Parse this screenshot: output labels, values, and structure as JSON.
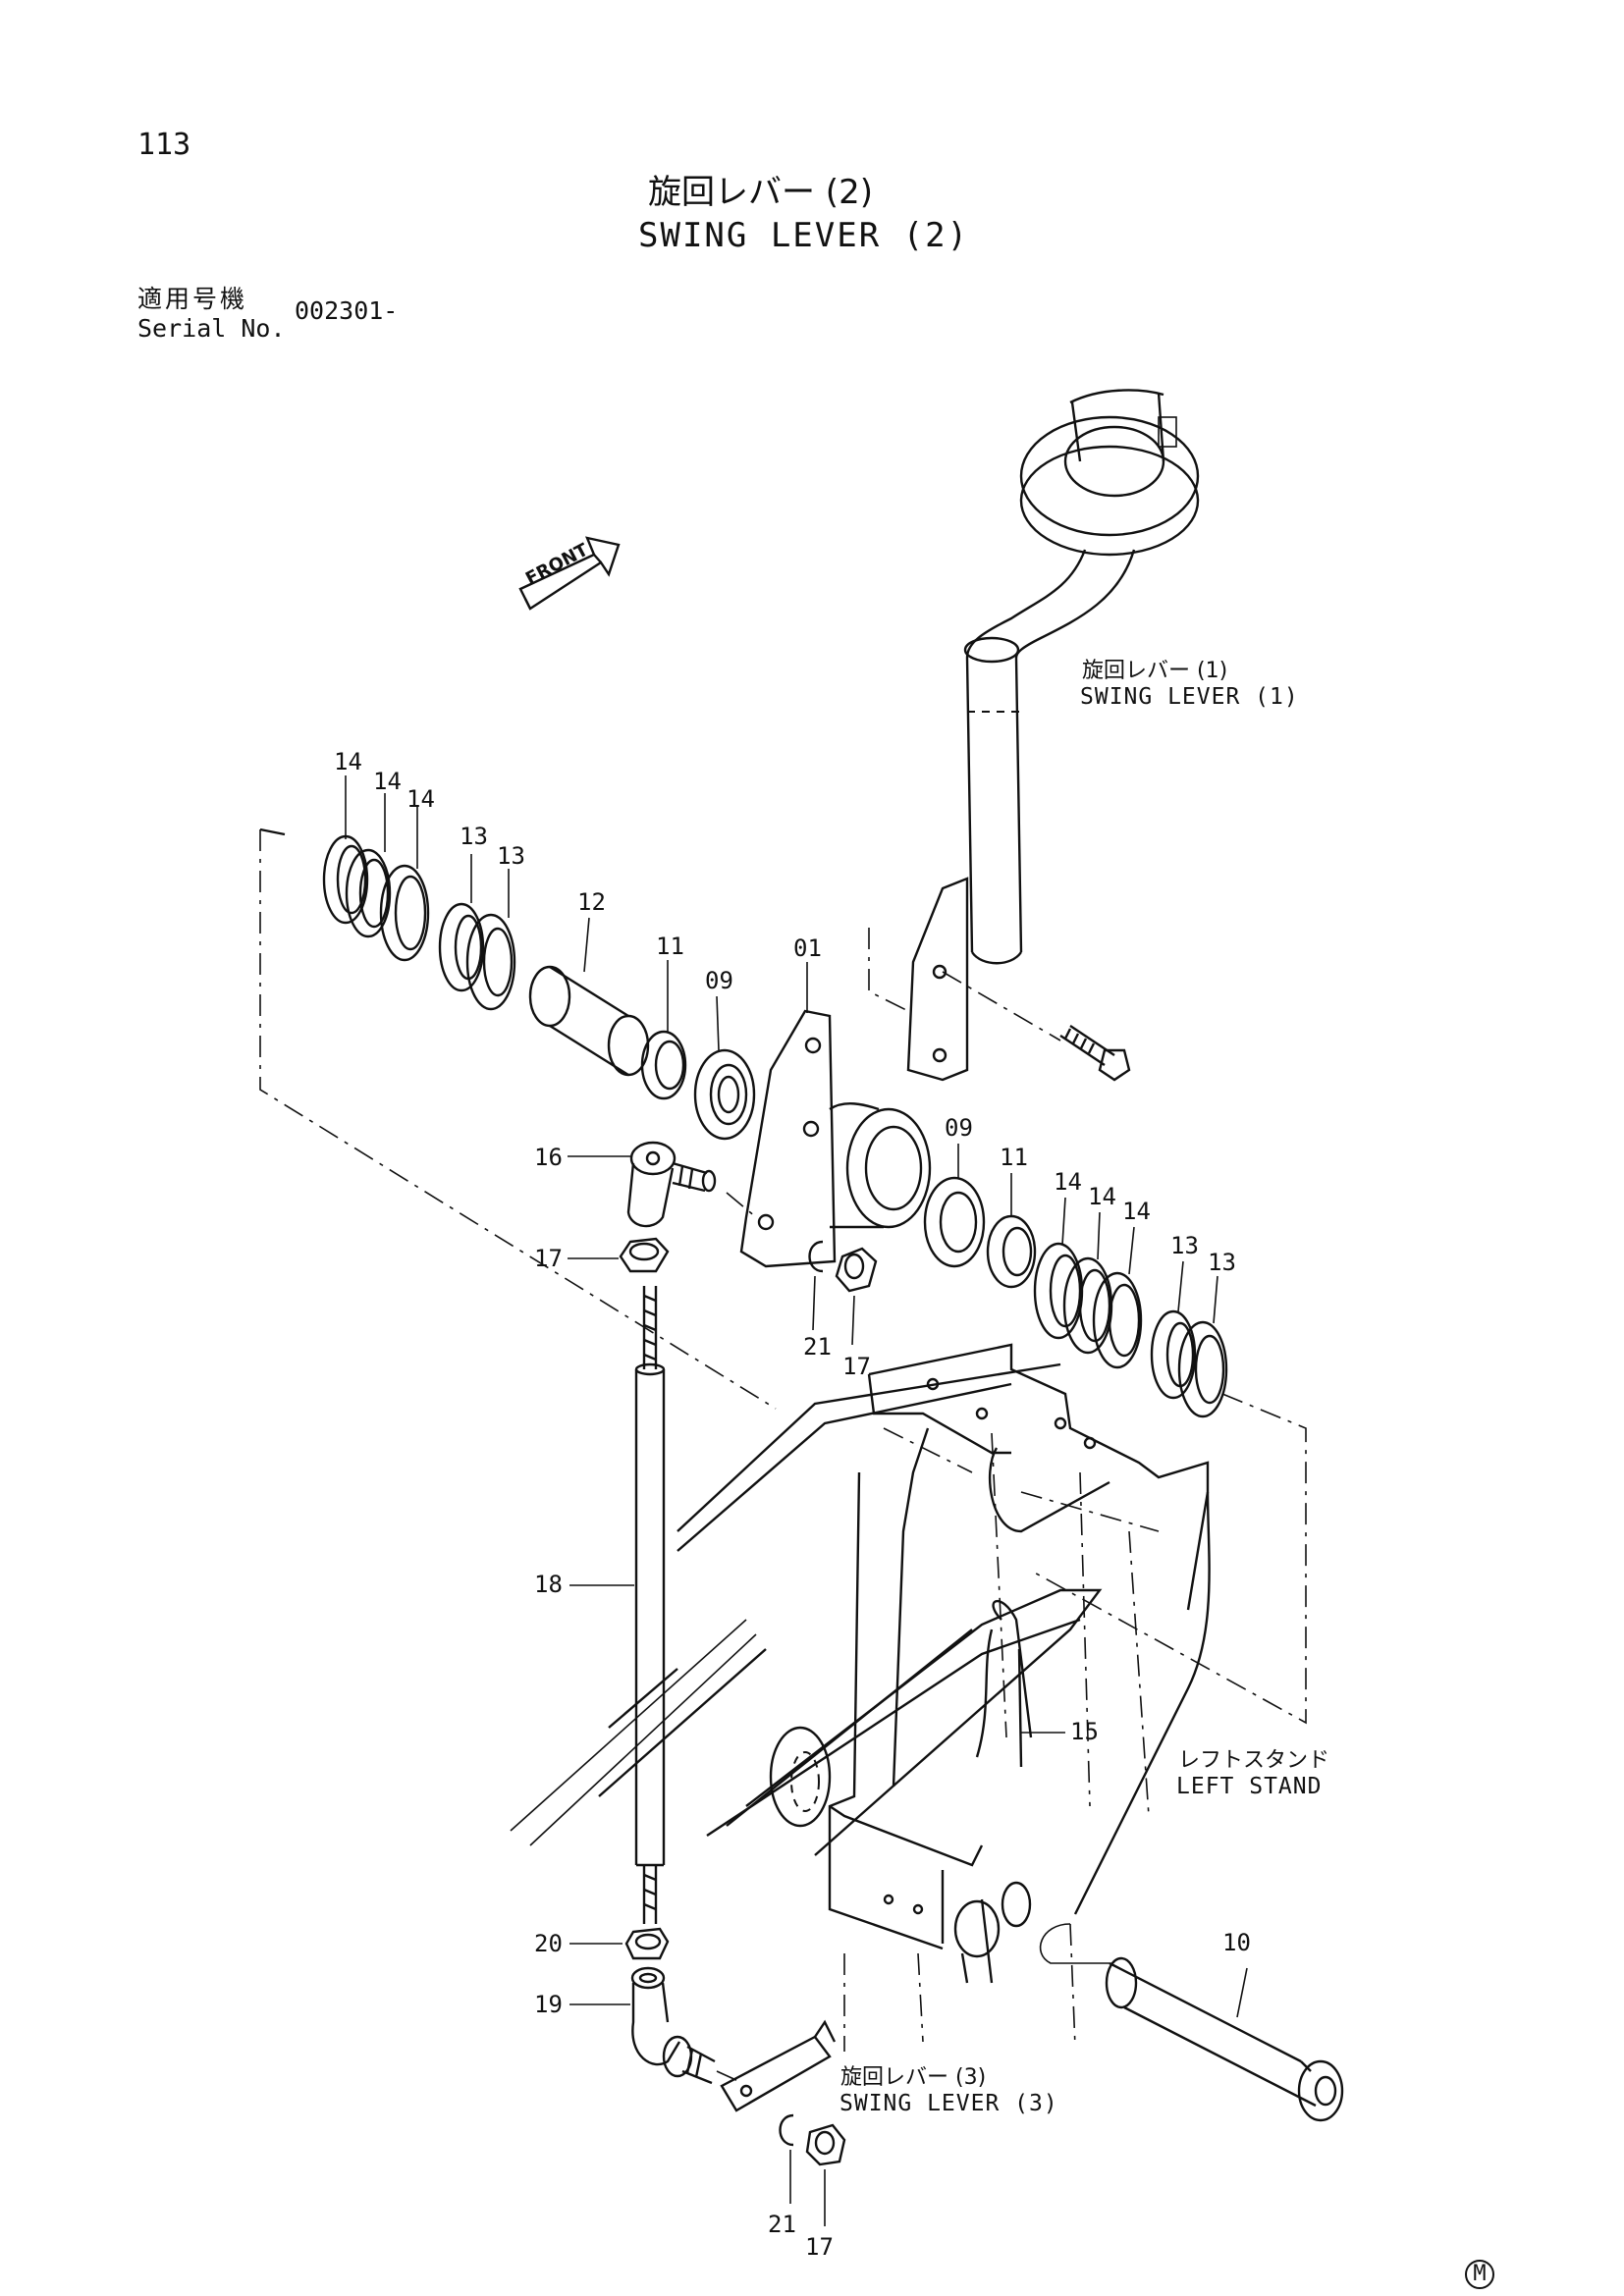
{
  "page": {
    "number": "113",
    "title_jp": "旋回レバー (2)",
    "title_en": "SWING LEVER (2)",
    "serial_label_jp": "適用号機",
    "serial_label_en": "Serial No.",
    "serial_value": "002301-",
    "corner_mark": "M"
  },
  "references": {
    "front": "FRONT",
    "swing_lever_1_jp": "旋回レバー (1)",
    "swing_lever_1_en": "SWING LEVER (1)",
    "swing_lever_3_jp": "旋回レバー (3)",
    "swing_lever_3_en": "SWING LEVER (3)",
    "left_stand_jp": "レフトスタンド",
    "left_stand_en": "LEFT STAND"
  },
  "callouts": {
    "c14a": "14",
    "c14b": "14",
    "c14c": "14",
    "c13a": "13",
    "c13b": "13",
    "c12": "12",
    "c11a": "11",
    "c09a": "09",
    "c01": "01",
    "c16": "16",
    "c17a": "17",
    "c21a": "21",
    "c17b": "17",
    "c09b": "09",
    "c11b": "11",
    "c14d": "14",
    "c14e": "14",
    "c14f": "14",
    "c13c": "13",
    "c13d": "13",
    "c18": "18",
    "c15": "15",
    "c10": "10",
    "c20": "20",
    "c19": "19",
    "c21b": "21",
    "c17c": "17"
  }
}
